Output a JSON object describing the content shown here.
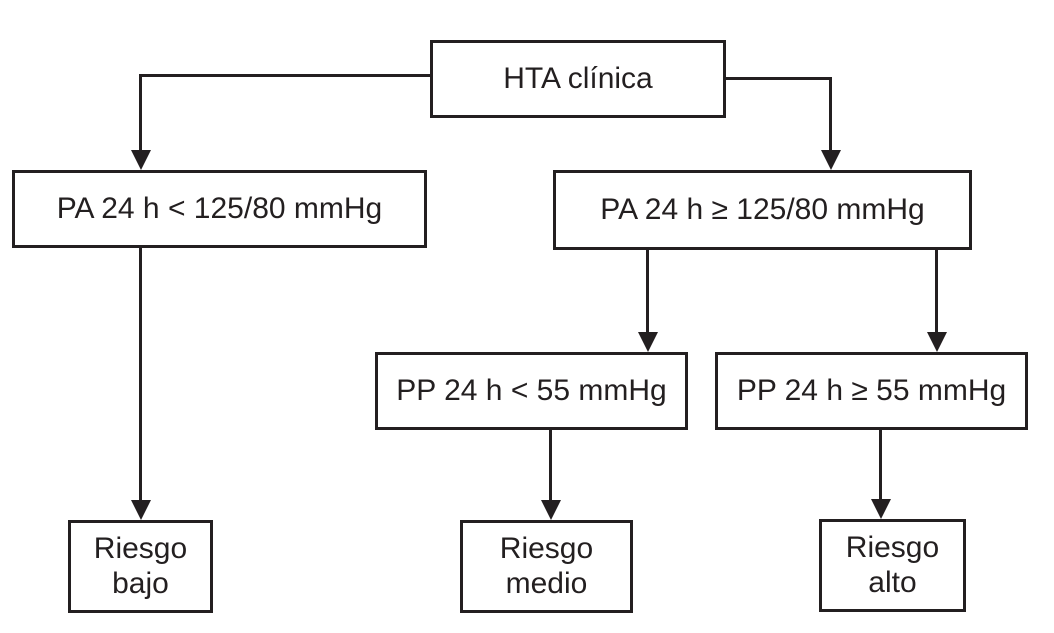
{
  "diagram": {
    "type": "flowchart",
    "colors": {
      "line": "#231f20",
      "background": "#ffffff",
      "text": "#231f20"
    },
    "nodes": {
      "root": {
        "label": "HTA clínica"
      },
      "pa_low": {
        "label": "PA 24 h < 125/80 mmHg"
      },
      "pa_high": {
        "label": "PA 24 h ≥ 125/80 mmHg"
      },
      "pp_low": {
        "label": "PP 24 h < 55 mmHg"
      },
      "pp_high": {
        "label": "PP 24 h ≥ 55 mmHg"
      },
      "risk_low": {
        "label": "Riesgo\nbajo"
      },
      "risk_medium": {
        "label": "Riesgo\nmedio"
      },
      "risk_high": {
        "label": "Riesgo\nalto"
      }
    },
    "edges": [
      {
        "from": "root",
        "to": "pa_low"
      },
      {
        "from": "root",
        "to": "pa_high"
      },
      {
        "from": "pa_low",
        "to": "risk_low"
      },
      {
        "from": "pa_high",
        "to": "pp_low"
      },
      {
        "from": "pa_high",
        "to": "pp_high"
      },
      {
        "from": "pp_low",
        "to": "risk_medium"
      },
      {
        "from": "pp_high",
        "to": "risk_high"
      }
    ]
  }
}
